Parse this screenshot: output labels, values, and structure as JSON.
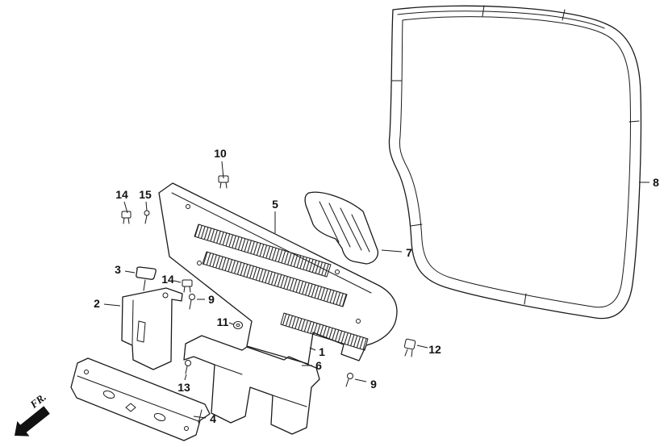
{
  "diagram": {
    "background": "#ffffff",
    "line_color": "#1a1a1a",
    "direction_label": "FR."
  },
  "callouts": [
    {
      "id": "10",
      "label": [
        273,
        190
      ],
      "line": [
        275,
        200,
        277,
        221
      ]
    },
    {
      "id": "14",
      "label": [
        151,
        241
      ],
      "line": [
        154,
        250,
        158,
        264
      ]
    },
    {
      "id": "15",
      "label": [
        180,
        241
      ],
      "line": [
        181,
        250,
        182,
        261
      ]
    },
    {
      "id": "5",
      "label": [
        341,
        253
      ],
      "line": [
        341,
        262,
        341,
        289
      ]
    },
    {
      "id": "3",
      "label": [
        146,
        334
      ],
      "line": [
        155,
        336,
        167,
        338
      ]
    },
    {
      "id": "14",
      "label": [
        208,
        346
      ],
      "line": [
        216,
        348,
        224,
        350
      ]
    },
    {
      "id": "2",
      "label": [
        120,
        376
      ],
      "line": [
        129,
        377,
        149,
        379
      ]
    },
    {
      "id": "9",
      "label": [
        262,
        371
      ],
      "line": [
        254,
        371,
        244,
        371
      ]
    },
    {
      "id": "11",
      "label": [
        276,
        399
      ],
      "line": [
        284,
        400,
        289,
        402
      ]
    },
    {
      "id": "7",
      "label": [
        507,
        313
      ],
      "line": [
        498,
        312,
        473,
        310
      ]
    },
    {
      "id": "1",
      "label": [
        399,
        436
      ],
      "line": [
        391,
        434,
        384,
        431
      ]
    },
    {
      "id": "6",
      "label": [
        395,
        453
      ],
      "line": [
        387,
        453,
        374,
        453
      ]
    },
    {
      "id": "12",
      "label": [
        539,
        433
      ],
      "line": [
        530,
        431,
        517,
        428
      ]
    },
    {
      "id": "13",
      "label": [
        228,
        480
      ],
      "line": [
        229,
        471,
        231,
        464
      ]
    },
    {
      "id": "9",
      "label": [
        463,
        476
      ],
      "line": [
        454,
        473,
        440,
        470
      ]
    },
    {
      "id": "4",
      "label": [
        264,
        519
      ],
      "line": [
        255,
        518,
        240,
        516
      ]
    },
    {
      "id": "8",
      "label": [
        813,
        226
      ],
      "line": [
        805,
        226,
        792,
        226
      ]
    }
  ]
}
